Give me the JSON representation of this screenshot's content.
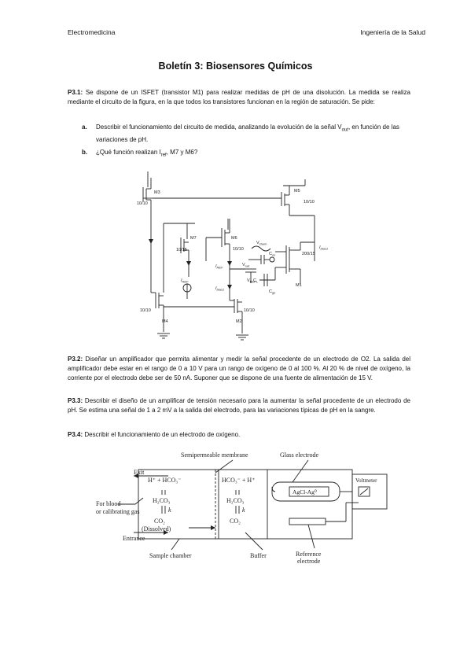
{
  "header": {
    "left": "Electromedicina",
    "right": "Ingeniería de la Salud"
  },
  "title": "Boletín 3: Biosensores Químicos",
  "p31": {
    "label": "P3.1:",
    "text": " Se dispone de un ISFET (transistor M1) para realizar medidas de pH de una disolución. La medida se realiza mediante el circuito de la figura, en la que todos los transistores funcionan en la región de saturación. Se pide:",
    "items": [
      {
        "label": "a.",
        "text": "Describir el funcionamiento del circuito de medida, analizando la evolución de la señal V",
        "sub": "out",
        "text2": ", en función de las variaciones de pH."
      },
      {
        "label": "b.",
        "text": "¿Qué función realizan I",
        "sub": "ref",
        "text2": ", M7 y M6?"
      }
    ]
  },
  "circuit": {
    "labels": {
      "m3": "M3",
      "m3_ratio": "10/10",
      "m5": "M5",
      "m5_ratio": "10/10",
      "m7": "M7",
      "m7_ratio": "10/15",
      "m6": "M6",
      "m6_ratio": "10/10",
      "m4": "M4",
      "m4_ratio": "10/10",
      "m2": "M2",
      "m2_ratio": "10/10",
      "m1": "M1",
      "m1_ratio": "200/15",
      "iref": "I",
      "iref_sub": "REF",
      "iref2": "I",
      "iref2_sub": "REF",
      "ibias": "I",
      "ibias_sub": "bias1",
      "ibias2": "I",
      "ibias2_sub": "bias1",
      "ibias3": "I",
      "ibias3_sub": "bias2",
      "vout": "V",
      "vout_sub": "out",
      "vcm": "V",
      "vcm_sub": "chem",
      "vref": "V",
      "vref_sub": "REF",
      "cs": "C",
      "cs_sub": "ox",
      "cl": "C",
      "cl_sub": "L",
      "cgs": "C",
      "cgs_sub": "gs"
    }
  },
  "p32": {
    "label": "P3.2:",
    "text": " Diseñar un amplificador que permita alimentar y medir la señal procedente de un electrodo de O2. La salida del amplificador debe estar en el rango de 0 a 10 V para un rango de oxígeno de 0 al 100 %. Al 20 % de nivel de oxígeno, la corriente por el electrodo debe ser de 50 nA. Suponer que se dispone de una fuente de alimentación de 15 V."
  },
  "p33": {
    "label": "P3.3:",
    "text": " Describir el diseño de un amplificar de tensión necesario para la aumentar la señal procedente de un electrodo de pH. Se estima una señal de 1 a 2 mV a la salida del electrodo, para las variaciones típicas de pH en la sangre."
  },
  "p34": {
    "label": "P3.4:",
    "text": " Describir el funcionamiento de un electrodo de oxígeno."
  },
  "diagram": {
    "semipermeable": "Semipermeable membrane",
    "glass": "Glass electrode",
    "exit": "Exit",
    "eq1": "H⁺ + HCO₃⁻",
    "eq2": "HCO₃⁻ + H⁺",
    "h2co3_1": "H₂CO₃",
    "h2co3_2": "H₂CO₃",
    "k1": "k",
    "k2": "k",
    "co2_1": "CO₂",
    "co2_2": "CO₂",
    "dissolved": "(Dissolved)",
    "for_blood": "For blood",
    "calib": "or calibrating gas",
    "entrance": "Entrance",
    "agcl": "AgCl-Ag⁰",
    "voltmeter": "Voltmeter",
    "sample": "Sample chamber",
    "buffer": "Buffer",
    "reference": "Reference",
    "electrode": "electrode"
  }
}
